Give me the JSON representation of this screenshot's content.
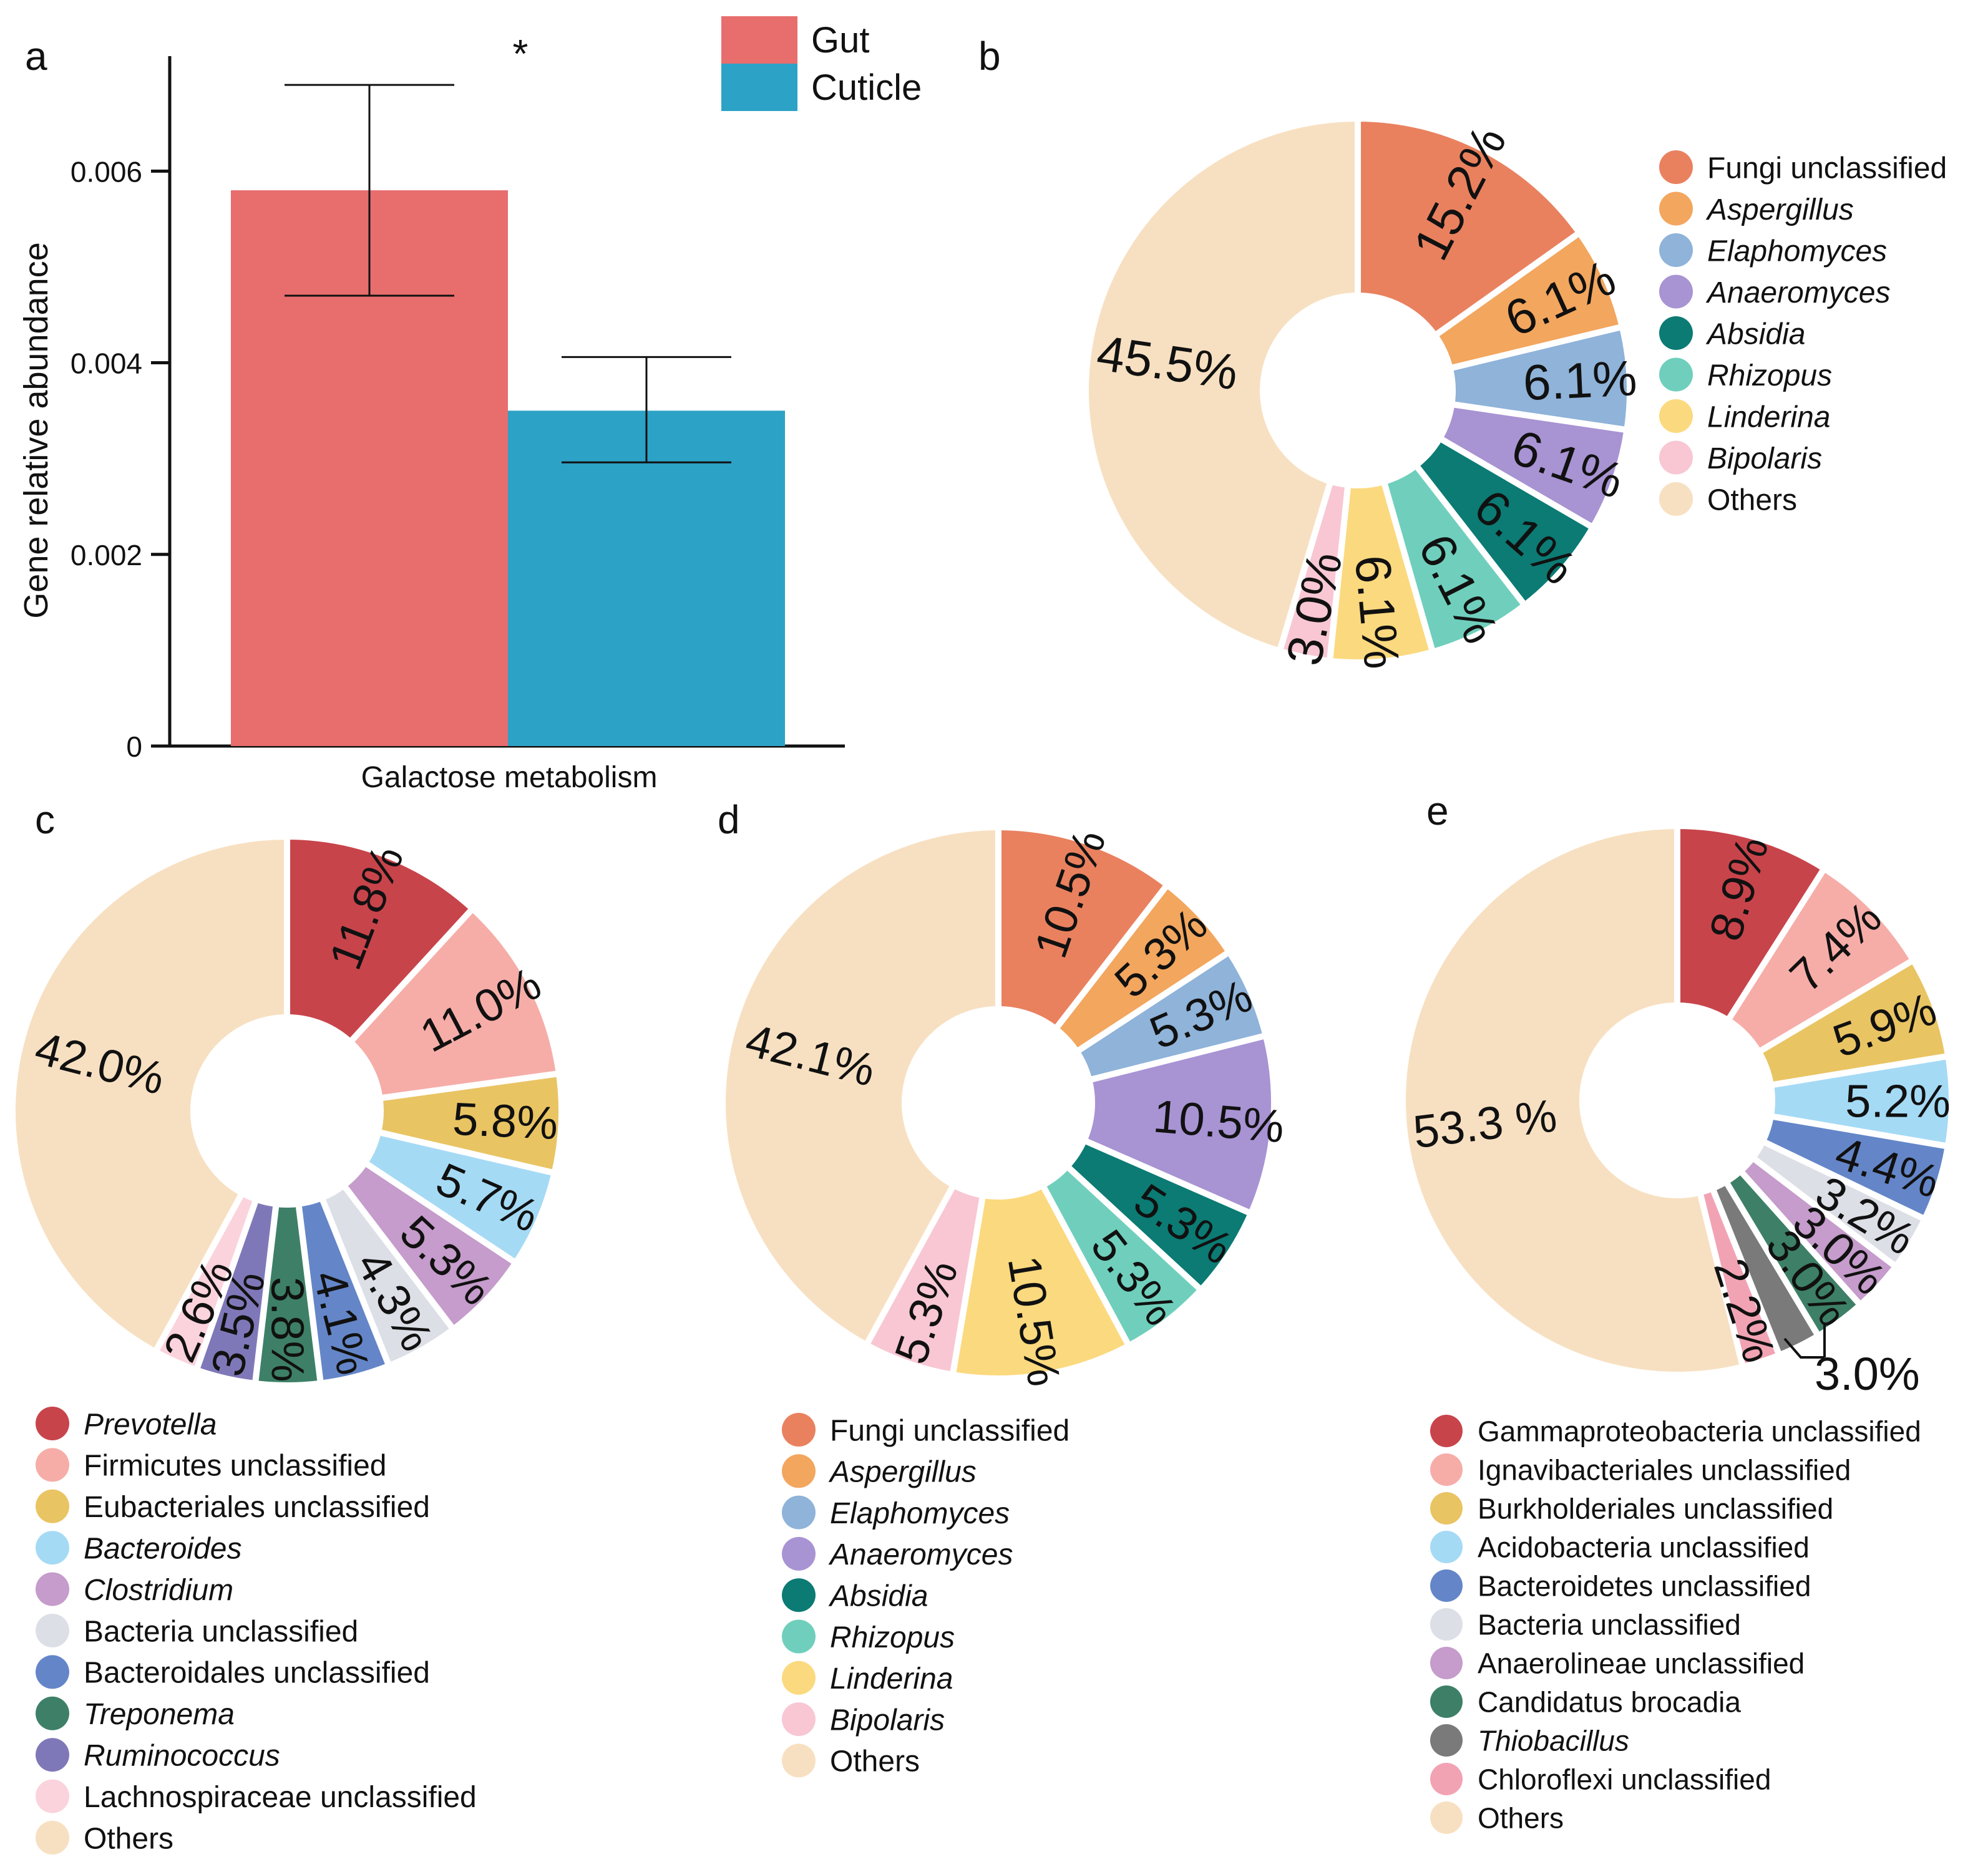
{
  "panels": {
    "a": "a",
    "b": "b",
    "c": "c",
    "d": "d",
    "e": "e"
  },
  "chart_data": [
    {
      "id": "a",
      "type": "bar",
      "categories": [
        "Galactose metabolism"
      ],
      "xlabel": "Galactose metabolism",
      "ylabel": "Gene relative abundance",
      "ylim": [
        0,
        0.0072
      ],
      "yticks": [
        0,
        0.002,
        0.004,
        0.006
      ],
      "ytick_labels": [
        "0",
        "0.002",
        "0.004",
        "0.006"
      ],
      "significance": "*",
      "legend_position": "top-right",
      "series": [
        {
          "name": "Gut",
          "color": "#e86d6d",
          "values": [
            0.0058
          ],
          "error_low": [
            0.0047
          ],
          "error_high": [
            0.0069
          ]
        },
        {
          "name": "Cuticle",
          "color": "#2ca2c6",
          "values": [
            0.0035
          ],
          "error_low": [
            0.00296
          ],
          "error_high": [
            0.00406
          ]
        }
      ]
    },
    {
      "id": "b",
      "type": "pie",
      "donut": true,
      "legend_position": "right",
      "slices": [
        {
          "label": "Fungi unclassified",
          "value": 15.2,
          "text": "15.2%",
          "color": "#e9815f",
          "italic": false
        },
        {
          "label": "Aspergillus",
          "value": 6.1,
          "text": "6.1%",
          "color": "#f2a65e",
          "italic": true
        },
        {
          "label": "Elaphomyces",
          "value": 6.1,
          "text": "6.1%",
          "color": "#8fb3d9",
          "italic": true
        },
        {
          "label": "Anaeromyces",
          "value": 6.1,
          "text": "6.1%",
          "color": "#a893d3",
          "italic": true
        },
        {
          "label": "Absidia",
          "value": 6.1,
          "text": "6.1%",
          "color": "#0b7b74",
          "italic": true
        },
        {
          "label": "Rhizopus",
          "value": 6.1,
          "text": "6.1%",
          "color": "#6fcfbc",
          "italic": true
        },
        {
          "label": "Linderina",
          "value": 6.1,
          "text": "6.1%",
          "color": "#fbd97e",
          "italic": true
        },
        {
          "label": "Bipolaris",
          "value": 3.0,
          "text": "3.0%",
          "color": "#f8c7d3",
          "italic": true
        },
        {
          "label": "Others",
          "value": 45.5,
          "text": "45.5%",
          "color": "#f7e0c1",
          "italic": false
        }
      ]
    },
    {
      "id": "c",
      "type": "pie",
      "donut": true,
      "legend_position": "bottom",
      "slices": [
        {
          "label": "Prevotella",
          "value": 11.8,
          "text": "11.8%",
          "color": "#c8444b",
          "italic": true
        },
        {
          "label": "Firmicutes unclassified",
          "value": 11.0,
          "text": "11.0%",
          "color": "#f6ada8",
          "italic": false
        },
        {
          "label": "Eubacteriales unclassified",
          "value": 5.8,
          "text": "5.8%",
          "color": "#e9c463",
          "italic": false
        },
        {
          "label": "Bacteroides",
          "value": 5.7,
          "text": "5.7%",
          "color": "#a5daf5",
          "italic": true
        },
        {
          "label": "Clostridium",
          "value": 5.3,
          "text": "5.3%",
          "color": "#c59ccb",
          "italic": true
        },
        {
          "label": "Bacteria unclassified",
          "value": 4.3,
          "text": "4.3%",
          "color": "#dcdfe6",
          "italic": false
        },
        {
          "label": "Bacteroidales unclassified",
          "value": 4.1,
          "text": "4.1%",
          "color": "#6486c8",
          "italic": false
        },
        {
          "label": "Treponema",
          "value": 3.8,
          "text": "3.8%",
          "color": "#3d8067",
          "italic": true
        },
        {
          "label": "Ruminococcus",
          "value": 3.5,
          "text": "3.5%",
          "color": "#7f78b8",
          "italic": true
        },
        {
          "label": "Lachnospiraceae unclassified",
          "value": 2.6,
          "text": "2.6%",
          "color": "#fbd3dc",
          "italic": false
        },
        {
          "label": "Others",
          "value": 42.0,
          "text": "42.0%",
          "color": "#f7e0c1",
          "italic": false
        }
      ]
    },
    {
      "id": "d",
      "type": "pie",
      "donut": true,
      "legend_position": "bottom",
      "slices": [
        {
          "label": "Fungi unclassified",
          "value": 10.5,
          "text": "10.5%",
          "color": "#e9815f",
          "italic": false
        },
        {
          "label": "Aspergillus",
          "value": 5.3,
          "text": "5.3%",
          "color": "#f2a65e",
          "italic": true
        },
        {
          "label": "Elaphomyces",
          "value": 5.3,
          "text": "5.3%",
          "color": "#8fb3d9",
          "italic": true
        },
        {
          "label": "Anaeromyces",
          "value": 10.5,
          "text": "10.5%",
          "color": "#a893d3",
          "italic": true
        },
        {
          "label": "Absidia",
          "value": 5.3,
          "text": "5.3%",
          "color": "#0b7b74",
          "italic": true
        },
        {
          "label": "Rhizopus",
          "value": 5.3,
          "text": "5.3%",
          "color": "#6fcfbc",
          "italic": true
        },
        {
          "label": "Linderina",
          "value": 10.5,
          "text": "10.5%",
          "color": "#fbd97e",
          "italic": true
        },
        {
          "label": "Bipolaris",
          "value": 5.3,
          "text": "5.3%",
          "color": "#f8c7d3",
          "italic": true
        },
        {
          "label": "Others",
          "value": 42.1,
          "text": "42.1%",
          "color": "#f7e0c1",
          "italic": false
        }
      ]
    },
    {
      "id": "e",
      "type": "pie",
      "donut": true,
      "legend_position": "bottom",
      "slices": [
        {
          "label": "Gammaproteobacteria unclassified",
          "value": 8.9,
          "text": "8.9%",
          "color": "#c8444b",
          "italic": false
        },
        {
          "label": "Ignavibacteriales unclassified",
          "value": 7.4,
          "text": "7.4%",
          "color": "#f6ada8",
          "italic": false
        },
        {
          "label": "Burkholderiales unclassified",
          "value": 5.9,
          "text": "5.9%",
          "color": "#e9c463",
          "italic": false
        },
        {
          "label": "Acidobacteria unclassified",
          "value": 5.2,
          "text": "5.2%",
          "color": "#a5daf5",
          "italic": false
        },
        {
          "label": "Bacteroidetes unclassified",
          "value": 4.4,
          "text": "4.4%",
          "color": "#6486c8",
          "italic": false
        },
        {
          "label": "Bacteria unclassified",
          "value": 3.2,
          "text": "3.2%",
          "color": "#dcdfe6",
          "italic": false
        },
        {
          "label": "Anaerolineae unclassified",
          "value": 3.0,
          "text": "3.0%",
          "color": "#c59ccb",
          "italic": false
        },
        {
          "label": "Candidatus brocadia",
          "value": 3.0,
          "text": "3.0%",
          "color": "#3d8067",
          "italic": false
        },
        {
          "label": "Thiobacillus",
          "value": 2.5,
          "text": "",
          "color": "#7a7a7a",
          "italic": true
        },
        {
          "label": "Chloroflexi unclassified",
          "value": 2.2,
          "text": "2.2%",
          "color": "#f2a3b3",
          "italic": false
        },
        {
          "label": "Others",
          "value": 53.3,
          "text": "53.3 %",
          "color": "#f7e0c1",
          "italic": false
        }
      ],
      "callout": "3.0%"
    }
  ]
}
